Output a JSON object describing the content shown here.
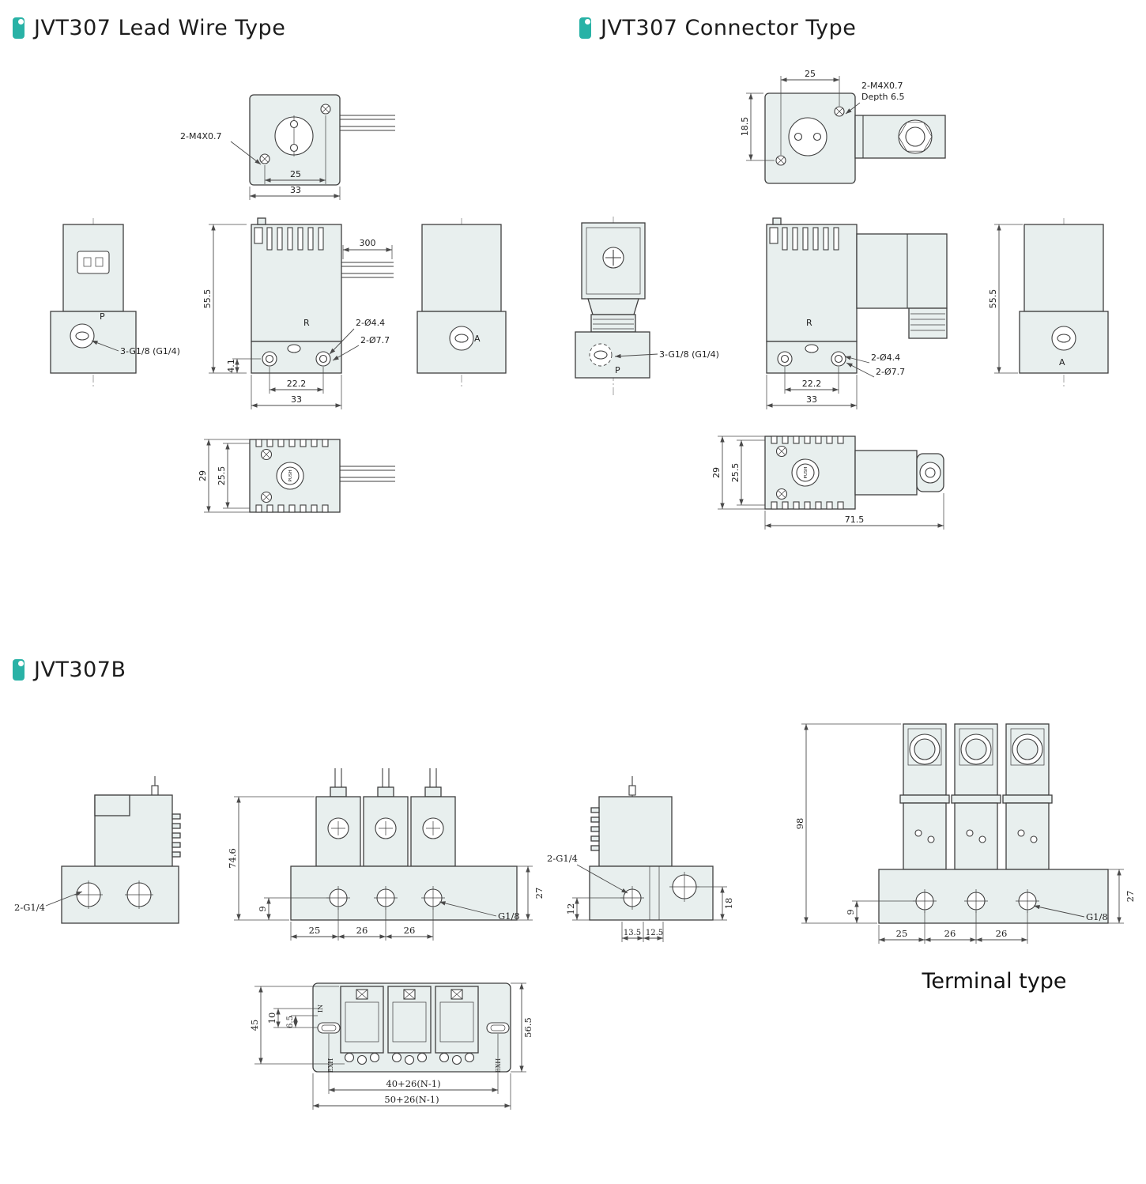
{
  "colors": {
    "accent": "#29b2a6",
    "line": "#3e3e3e",
    "body_fill": "#e8efee",
    "dim": "#4a4a4a"
  },
  "sections": {
    "lead_wire": {
      "title": "JVT307 Lead Wire Type",
      "labels": {
        "m4": "2-M4X0.7",
        "thread": "3-G1/8 (G1/4)",
        "dia44": "2-Ø4.4",
        "dia77": "2-Ø7.7",
        "port_p": "P",
        "port_r": "R",
        "port_a": "A",
        "push": "PUSH"
      },
      "dims": {
        "w25": "25",
        "w33": "33",
        "wire300": "300",
        "h55_5": "55.5",
        "h4_1": "4.1",
        "w22_2": "22.2",
        "h29": "29",
        "h25_5": "25.5"
      }
    },
    "connector": {
      "title": "JVT307 Connector Type",
      "labels": {
        "m4": "2-M4X0.7",
        "depth": "Depth 6.5",
        "thread": "3-G1/8 (G1/4)",
        "dia44": "2-Ø4.4",
        "dia77": "2-Ø7.7",
        "port_p": "P",
        "port_r": "R",
        "port_a": "A",
        "push": "PUSH"
      },
      "dims": {
        "w25": "25",
        "h18_5": "18.5",
        "w22_2": "22.2",
        "w33": "33",
        "h55_5": "55.5",
        "h29": "29",
        "h25_5": "25.5",
        "w71_5": "71.5"
      }
    },
    "jvt307b": {
      "title": "JVT307B",
      "caption": "Terminal type",
      "labels": {
        "g14": "2-G1/4",
        "g18": "G1/8",
        "in": "IN",
        "exh": "EXH"
      },
      "dims": {
        "h74_6": "74.6",
        "h98": "98",
        "h9": "9",
        "w25": "25",
        "w26": "26",
        "h27": "27",
        "h12": "12",
        "w13_5": "13.5",
        "w12_5": "12.5",
        "h18": "18",
        "h45": "45",
        "h10": "10",
        "h6_5": "6.5",
        "h56_5": "56.5",
        "w40n": "40+26(N-1)",
        "w50n": "50+26(N-1)"
      }
    }
  }
}
